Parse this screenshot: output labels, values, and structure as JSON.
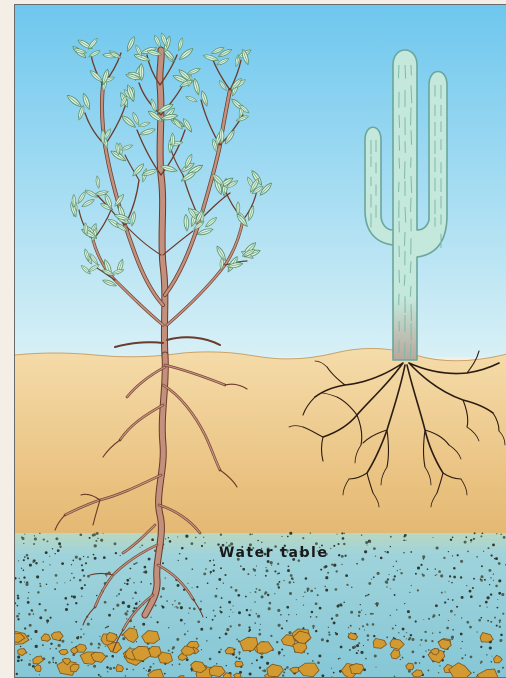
{
  "diagram": {
    "labels": {
      "water_table": "Water table"
    },
    "colors": {
      "sky_top": "#6ec7ee",
      "sky_bottom": "#d8f0f6",
      "soil_top": "#f5dcaa",
      "soil_mid": "#e8bf7c",
      "soil_deep": "#d9a95e",
      "water": "#8fcfdc",
      "tree_wood": "#c4907e",
      "tree_outline": "#6a3a2a",
      "leaf_fill": "#d7f0dc",
      "leaf_outline": "#5a8f6a",
      "cactus_fill": "#c4e9dc",
      "cactus_outline": "#6aa69a",
      "root_dark": "#2b1c12",
      "pebble_fill": "#d49a32"
    },
    "elements": {
      "left_plant": "deciduous-tree-with-deep-taproot",
      "right_plant": "saguaro-cactus-with-shallow-roots"
    }
  }
}
